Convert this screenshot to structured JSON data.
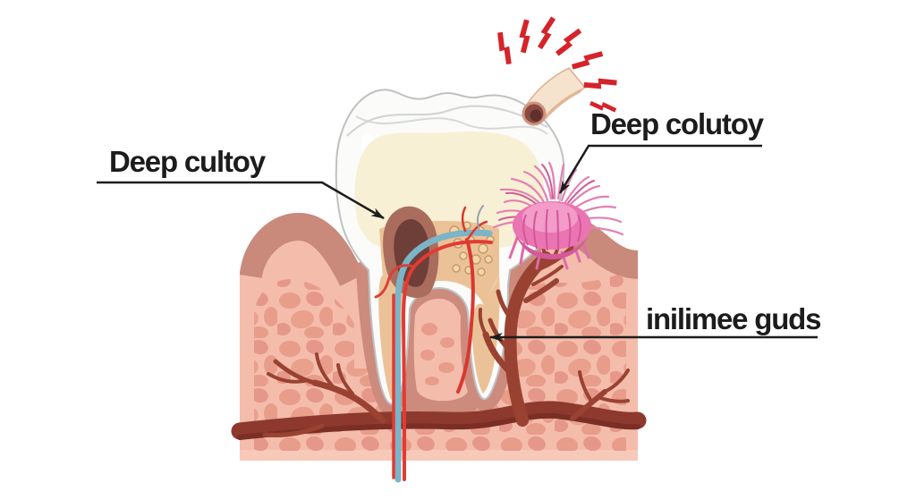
{
  "page": {
    "background": "#ffffff"
  },
  "figure": {
    "type": "dental-tooth-cross-section-diagram",
    "labels": {
      "decay": {
        "text": "Deep cultoy"
      },
      "inflammation": {
        "text": "Deep colutoy"
      },
      "root_canal": {
        "text": "inilimee guds"
      }
    },
    "icons": {
      "pain_burst": "red-lightning-burst",
      "leader_arrowhead": "black-triangle-arrowhead"
    },
    "colors": {
      "label_text": "#1c1c1c",
      "leader_line": "#1c1c1c",
      "gum_dark": "#c9897b",
      "gum_light": "#f4bcab",
      "bone_spots": "#e89c8a",
      "main_vessel": "#8d392e",
      "vessel_tree": "#9a4232",
      "artery_red": "#e23b33",
      "vein_blue": "#7cb4c8",
      "inflammation_pink": "#ec77b4",
      "pain_red": "#d6232a",
      "enamel_white": "#fafafa",
      "crown_dentin_cream": "#f8f0d5",
      "root_dentin_tan": "#ebc297",
      "decay_dark_brown": "#6e3e38",
      "decay_halo": "#aa6c5c"
    }
  }
}
